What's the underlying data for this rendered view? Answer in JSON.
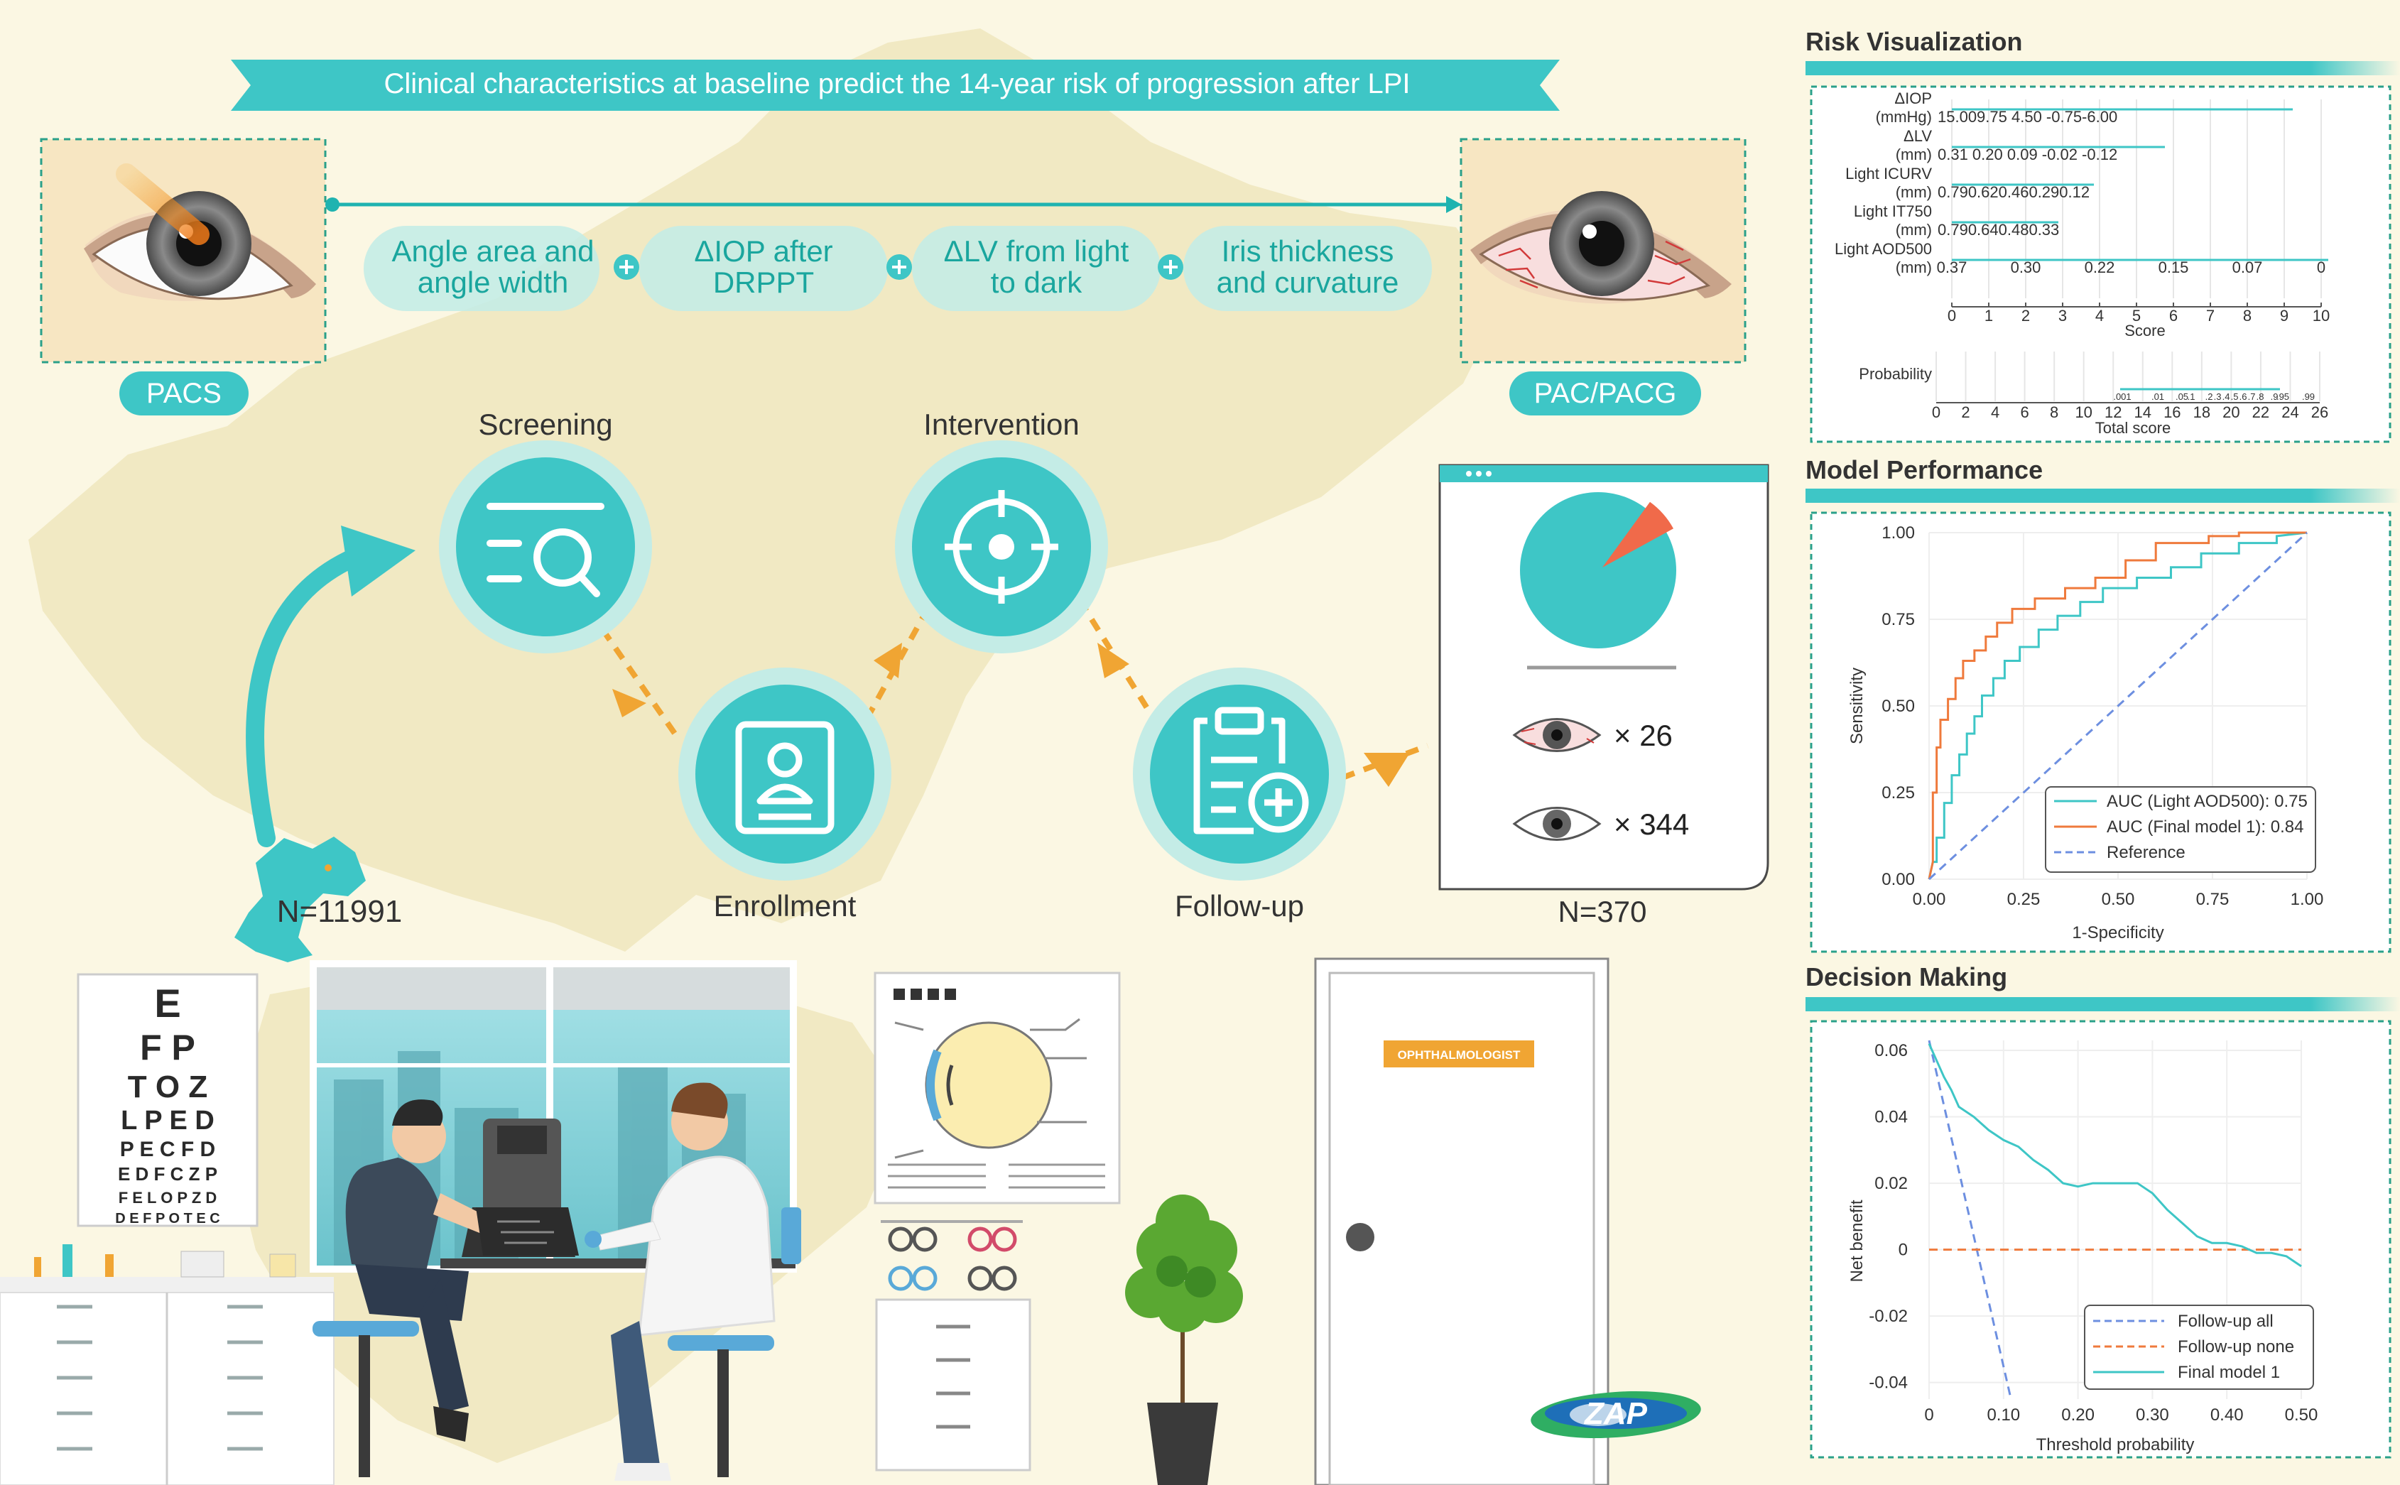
{
  "banner": {
    "title": "Clinical characteristics at baseline predict the 14-year risk of progression after LPI"
  },
  "eyes": {
    "left_label": "PACS",
    "right_label": "PAC/PACG"
  },
  "features": [
    {
      "line1": "Angle area and",
      "line2": "angle width"
    },
    {
      "line1": "ΔIOP after",
      "line2": "DRPPT"
    },
    {
      "line1": "ΔLV from light",
      "line2": "to dark"
    },
    {
      "line1": "Iris thickness",
      "line2": "and curvature"
    }
  ],
  "flow": {
    "steps": {
      "screening": "Screening",
      "intervention": "Intervention",
      "enrollment": "Enrollment",
      "followup": "Follow-up"
    },
    "n_total": "N=11991",
    "n_final": "N=370"
  },
  "results": {
    "pie": {
      "fraction_progressed": 0.0703
    },
    "progressed_count": "× 26",
    "stable_count": "× 344"
  },
  "scene": {
    "eye_chart_rows": [
      "E",
      "F P",
      "T O Z",
      "L P E D",
      "P E C F D",
      "E D F C Z P",
      "F E L O P Z D",
      "D E F P O T E C"
    ],
    "door_sign": "OPHTHALMOLOGIST",
    "logo_text": "ZAP"
  },
  "panels": {
    "risk": {
      "title": "Risk Visualization",
      "nomogram": {
        "variables": [
          {
            "name": "ΔIOP",
            "unit": "(mmHg)",
            "ticks": "15.009.75  4.50 -0.75-6.00"
          },
          {
            "name": "ΔLV",
            "unit": "(mm)",
            "ticks": "0.31   0.20   0.09   -0.02  -0.12"
          },
          {
            "name": "Light ICURV",
            "unit": "(mm)",
            "ticks": "0.790.620.460.290.12"
          },
          {
            "name": "Light IT750",
            "unit": "(mm)",
            "ticks": "0.790.640.480.33"
          },
          {
            "name": "Light AOD500",
            "unit": "(mm)",
            "ticks": [
              "0.37",
              "0.30",
              "0.22",
              "0.15",
              "0.07",
              "0"
            ]
          }
        ],
        "score_ticks": [
          "0",
          "1",
          "2",
          "3",
          "4",
          "5",
          "6",
          "7",
          "8",
          "9",
          "10"
        ],
        "score_label": "Score",
        "probability_label": "Probability",
        "probability_ticks": [
          ".001",
          ".01",
          ".05",
          ".1",
          ".2",
          ".3",
          ".4",
          ".5",
          ".6",
          ".7",
          ".8",
          ".9",
          ".95",
          ".99"
        ],
        "total_ticks": [
          "0",
          "2",
          "4",
          "6",
          "8",
          "10",
          "12",
          "14",
          "16",
          "18",
          "20",
          "22",
          "24",
          "26"
        ],
        "total_label": "Total score"
      }
    },
    "performance": {
      "title": "Model Performance",
      "chart_data": {
        "type": "line",
        "xlabel": "1-Specificity",
        "ylabel": "Sensitivity",
        "xlim": [
          0,
          1
        ],
        "ylim": [
          0,
          1
        ],
        "xticks": [
          "0.00",
          "0.25",
          "0.50",
          "0.75",
          "1.00"
        ],
        "yticks": [
          "0.00",
          "0.25",
          "0.50",
          "0.75",
          "1.00"
        ],
        "legend_position": "bottom-right",
        "series": [
          {
            "name": "AUC (Light AOD500): 0.75",
            "color": "#3ec6c6",
            "dash": false,
            "x": [
              0,
              0.01,
              0.02,
              0.02,
              0.04,
              0.04,
              0.06,
              0.06,
              0.08,
              0.08,
              0.1,
              0.1,
              0.12,
              0.12,
              0.14,
              0.14,
              0.17,
              0.17,
              0.2,
              0.2,
              0.24,
              0.24,
              0.29,
              0.29,
              0.34,
              0.34,
              0.4,
              0.4,
              0.46,
              0.46,
              0.55,
              0.55,
              0.64,
              0.64,
              0.72,
              0.72,
              0.82,
              0.82,
              0.92,
              0.92,
              1.0
            ],
            "y": [
              0,
              0.05,
              0.05,
              0.12,
              0.12,
              0.22,
              0.22,
              0.3,
              0.3,
              0.36,
              0.36,
              0.42,
              0.42,
              0.47,
              0.47,
              0.53,
              0.53,
              0.58,
              0.58,
              0.63,
              0.63,
              0.67,
              0.67,
              0.72,
              0.72,
              0.76,
              0.76,
              0.8,
              0.8,
              0.84,
              0.84,
              0.87,
              0.87,
              0.9,
              0.9,
              0.94,
              0.94,
              0.97,
              0.97,
              0.99,
              1.0
            ]
          },
          {
            "name": "AUC (Final model 1): 0.84",
            "color": "#ef7a3c",
            "dash": false,
            "x": [
              0,
              0.01,
              0.01,
              0.02,
              0.02,
              0.03,
              0.03,
              0.05,
              0.05,
              0.07,
              0.07,
              0.09,
              0.09,
              0.12,
              0.12,
              0.15,
              0.15,
              0.18,
              0.18,
              0.22,
              0.22,
              0.28,
              0.28,
              0.36,
              0.36,
              0.44,
              0.44,
              0.52,
              0.52,
              0.6,
              0.6,
              0.74,
              0.74,
              0.82,
              0.82,
              1.0
            ],
            "y": [
              0,
              0.05,
              0.25,
              0.25,
              0.38,
              0.38,
              0.46,
              0.46,
              0.52,
              0.52,
              0.58,
              0.58,
              0.63,
              0.63,
              0.66,
              0.66,
              0.7,
              0.7,
              0.74,
              0.74,
              0.78,
              0.78,
              0.81,
              0.81,
              0.84,
              0.84,
              0.87,
              0.87,
              0.92,
              0.92,
              0.97,
              0.97,
              0.99,
              0.99,
              1.0,
              1.0
            ]
          },
          {
            "name": "Reference",
            "color": "#6d8fe0",
            "dash": true,
            "x": [
              0,
              1
            ],
            "y": [
              0,
              1
            ]
          }
        ]
      }
    },
    "decision": {
      "title": "Decision Making",
      "chart_data": {
        "type": "line",
        "xlabel": "Threshold probability",
        "ylabel": "Net benefit",
        "xlim": [
          0,
          0.5
        ],
        "ylim": [
          -0.045,
          0.063
        ],
        "xticks": [
          {
            "v": 0,
            "t": "0"
          },
          {
            "v": 0.1,
            "t": "0.10"
          },
          {
            "v": 0.2,
            "t": "0.20"
          },
          {
            "v": 0.3,
            "t": "0.30"
          },
          {
            "v": 0.4,
            "t": "0.40"
          },
          {
            "v": 0.5,
            "t": "0.50"
          }
        ],
        "yticks": [
          {
            "v": 0.06,
            "t": "0.06"
          },
          {
            "v": 0.04,
            "t": "0.04"
          },
          {
            "v": 0.02,
            "t": "0.02"
          },
          {
            "v": 0,
            "t": "0"
          },
          {
            "v": -0.02,
            "t": "-0.02"
          },
          {
            "v": -0.04,
            "t": "-0.04"
          }
        ],
        "legend_position": "bottom-right",
        "series": [
          {
            "name": "Follow-up all",
            "color": "#6d8fe0",
            "dash": "12,8",
            "x": [
              0,
              0.11
            ],
            "y": [
              0.063,
              -0.045
            ]
          },
          {
            "name": "Follow-up none",
            "color": "#ef7a3c",
            "dash": "12,8",
            "x": [
              0,
              0.5
            ],
            "y": [
              0,
              0
            ]
          },
          {
            "name": "Final model 1",
            "color": "#3ec6c6",
            "dash": "",
            "x": [
              0,
              0.01,
              0.02,
              0.03,
              0.04,
              0.06,
              0.08,
              0.1,
              0.12,
              0.14,
              0.16,
              0.18,
              0.2,
              0.22,
              0.24,
              0.26,
              0.28,
              0.3,
              0.32,
              0.34,
              0.36,
              0.38,
              0.4,
              0.42,
              0.44,
              0.46,
              0.48,
              0.5
            ],
            "y": [
              0.062,
              0.057,
              0.052,
              0.048,
              0.043,
              0.04,
              0.036,
              0.033,
              0.031,
              0.027,
              0.024,
              0.02,
              0.019,
              0.02,
              0.02,
              0.02,
              0.02,
              0.017,
              0.012,
              0.008,
              0.004,
              0.002,
              0.002,
              0.001,
              -0.001,
              -0.001,
              -0.002,
              -0.005
            ]
          }
        ]
      }
    }
  },
  "colors": {
    "teal": "#3ec6c6",
    "teal_dark": "#1fb3b0",
    "teal_light": "#c4ece6",
    "orange": "#f0a533",
    "red": "#f06a4a",
    "bg": "#fbf7e3"
  }
}
